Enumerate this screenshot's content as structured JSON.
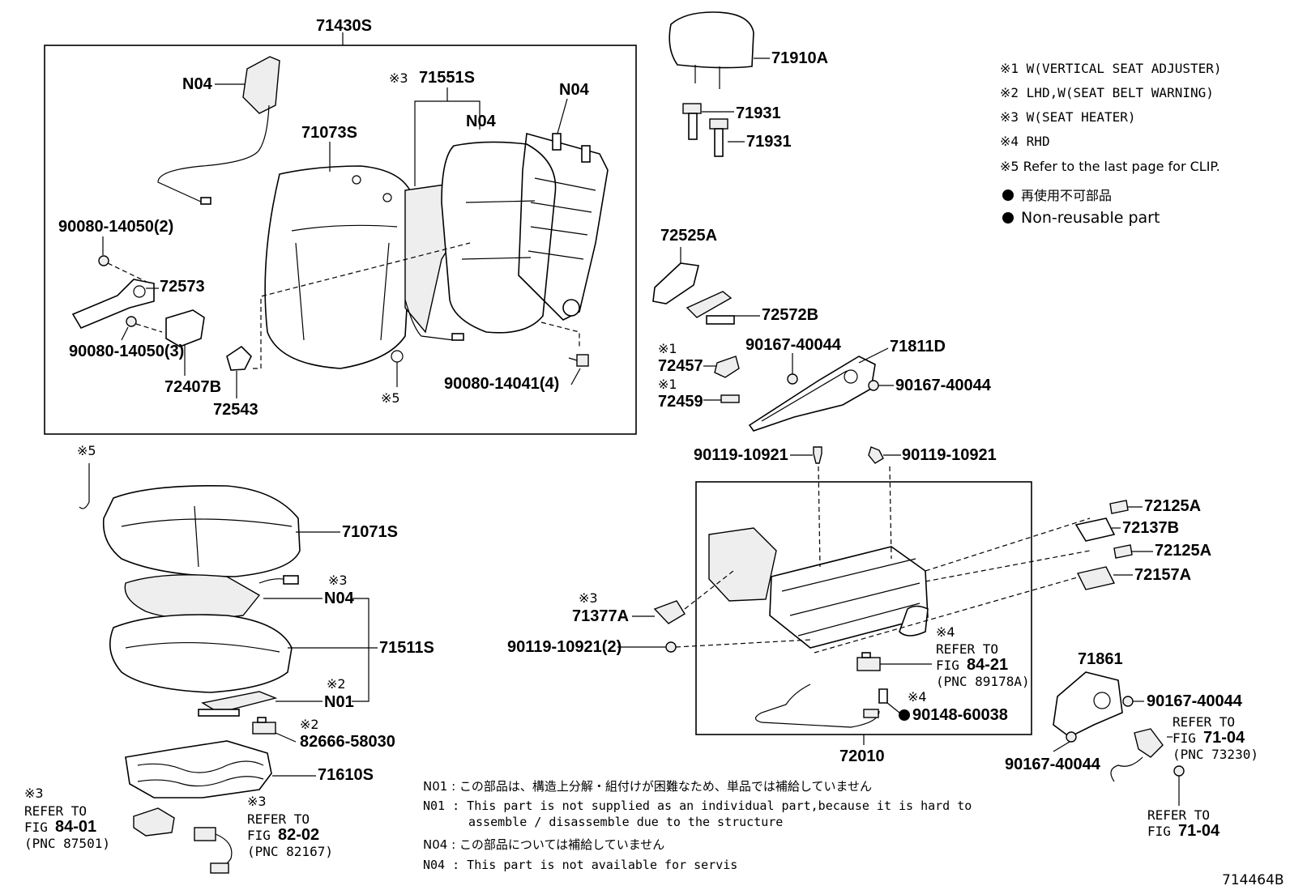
{
  "labels": {
    "p71430S": "71430S",
    "p71910A": "71910A",
    "n04_a": "N04",
    "n04_b": "N04",
    "n04_c": "N04",
    "mark3_71551S": "※3",
    "p71551S": "71551S",
    "p71073S": "71073S",
    "p90080_14050_2": "90080-14050(2)",
    "p72573": "72573",
    "p90080_14050_3": "90080-14050(3)",
    "p72407B": "72407B",
    "p72543": "72543",
    "mark5_a": "※5",
    "p90080_14041_4": "90080-14041(4)",
    "p71931_a": "71931",
    "p71931_b": "71931",
    "p72525A": "72525A",
    "p72572B": "72572B",
    "mark1_a": "※1",
    "p72457": "72457",
    "mark1_b": "※1",
    "p72459": "72459",
    "p90167_40044_a": "90167-40044",
    "p71811D": "71811D",
    "p90167_40044_b": "90167-40044",
    "p90119_10921_a": "90119-10921",
    "p90119_10921_b": "90119-10921",
    "mark5_b": "※5",
    "p71071S": "71071S",
    "mark3_n04": "※3",
    "n04_seat": "N04",
    "p71511S": "71511S",
    "mark2_n01": "※2",
    "n01_seat": "N01",
    "mark2_82666": "※2",
    "p82666_58030": "82666-58030",
    "p71610S": "71610S",
    "mark3_refer1": "※3",
    "refer_to_1": "REFER TO",
    "fig_1_prefix": "FIG",
    "fig_1": "84-01",
    "pnc_1": "(PNC 87501)",
    "mark3_refer2": "※3",
    "refer_to_2": "REFER TO",
    "fig_2_prefix": "FIG",
    "fig_2": "82-02",
    "pnc_2": "(PNC 82167)",
    "p72125A_a": "72125A",
    "p72137B": "72137B",
    "p72125A_b": "72125A",
    "p72157A": "72157A",
    "mark3_71377A": "※3",
    "p71377A": "71377A",
    "p90119_10921_2": "90119-10921(2)",
    "mark4_refer": "※4",
    "refer_to_3": "REFER TO",
    "fig_3_prefix": "FIG",
    "fig_3": "84-21",
    "pnc_3": "(PNC 89178A)",
    "mark4_90148": "※4",
    "p90148_60038": "90148-60038",
    "p72010": "72010",
    "p71861": "71861",
    "p90167_40044_c": "90167-40044",
    "p90167_40044_d": "90167-40044",
    "refer_to_4": "REFER TO",
    "fig_4_prefix": "FIG",
    "fig_4": "71-04",
    "pnc_4": "(PNC 73230)",
    "refer_to_5": "REFER TO",
    "fig_5_prefix": "FIG",
    "fig_5": "71-04",
    "diagram_id": "714464B"
  },
  "legend": [
    "※1 W(VERTICAL SEAT ADJUSTER)",
    "※2 LHD,W(SEAT BELT WARNING)",
    "※3 W(SEAT HEATER)",
    "※4 RHD",
    "※5 Refer to the last page for CLIP."
  ],
  "legend_bullets": [
    "再使用不可部品",
    "Non-reusable part"
  ],
  "footnotes": [
    "N01 : この部品は、構造上分解・組付けが困難なため、単品では補給していません",
    "N01 : This part is not supplied as an individual part,because it is hard to",
    "assemble / disassemble due to the structure",
    "N04 : この部品については補給していません",
    "N04 : This part is not available for servis"
  ]
}
